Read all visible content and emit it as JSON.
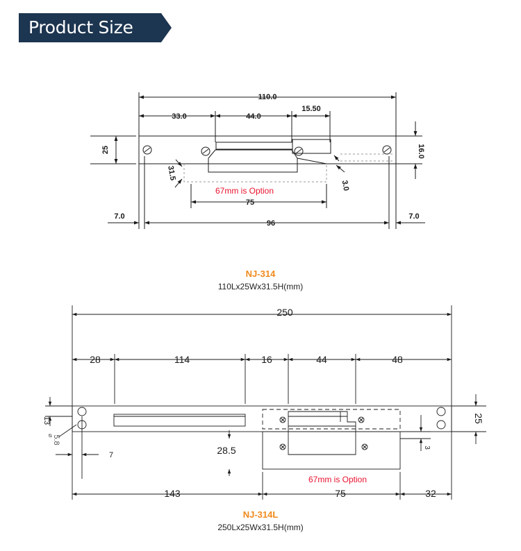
{
  "header": {
    "title": "Product Size"
  },
  "colors": {
    "banner": "#1c3550",
    "model": "#f08a1c",
    "option": "#e8112d",
    "line": "#1a1a1a"
  },
  "drawing_314": {
    "dims": {
      "overall": "110.0",
      "seg_a": "33.0",
      "seg_b": "44.0",
      "seg_c": "15.50",
      "height": "25",
      "right_height": "16.0",
      "lip": "31.5",
      "offset": "3.0",
      "strike": "75",
      "left_edge": "7.0",
      "hole_spacing": "96",
      "right_edge": "7.0"
    },
    "note": "67mm is Option"
  },
  "model_314": {
    "name": "NJ-314",
    "spec": "110Lx25Wx31.5H(mm)"
  },
  "drawing_314L": {
    "dims": {
      "overall": "250",
      "seg_1": "28",
      "seg_2": "114",
      "seg_3": "16",
      "seg_4": "44",
      "seg_5": "48",
      "left_height": "13",
      "hole": "5.8",
      "hole_offset": "7",
      "depth": "28.5",
      "right_height": "25",
      "lip": "3",
      "left_len": "143",
      "strike": "75",
      "right_len": "32"
    },
    "note": "67mm is Option"
  },
  "model_314L": {
    "name": "NJ-314L",
    "spec": "250Lx25Wx31.5H(mm)"
  }
}
